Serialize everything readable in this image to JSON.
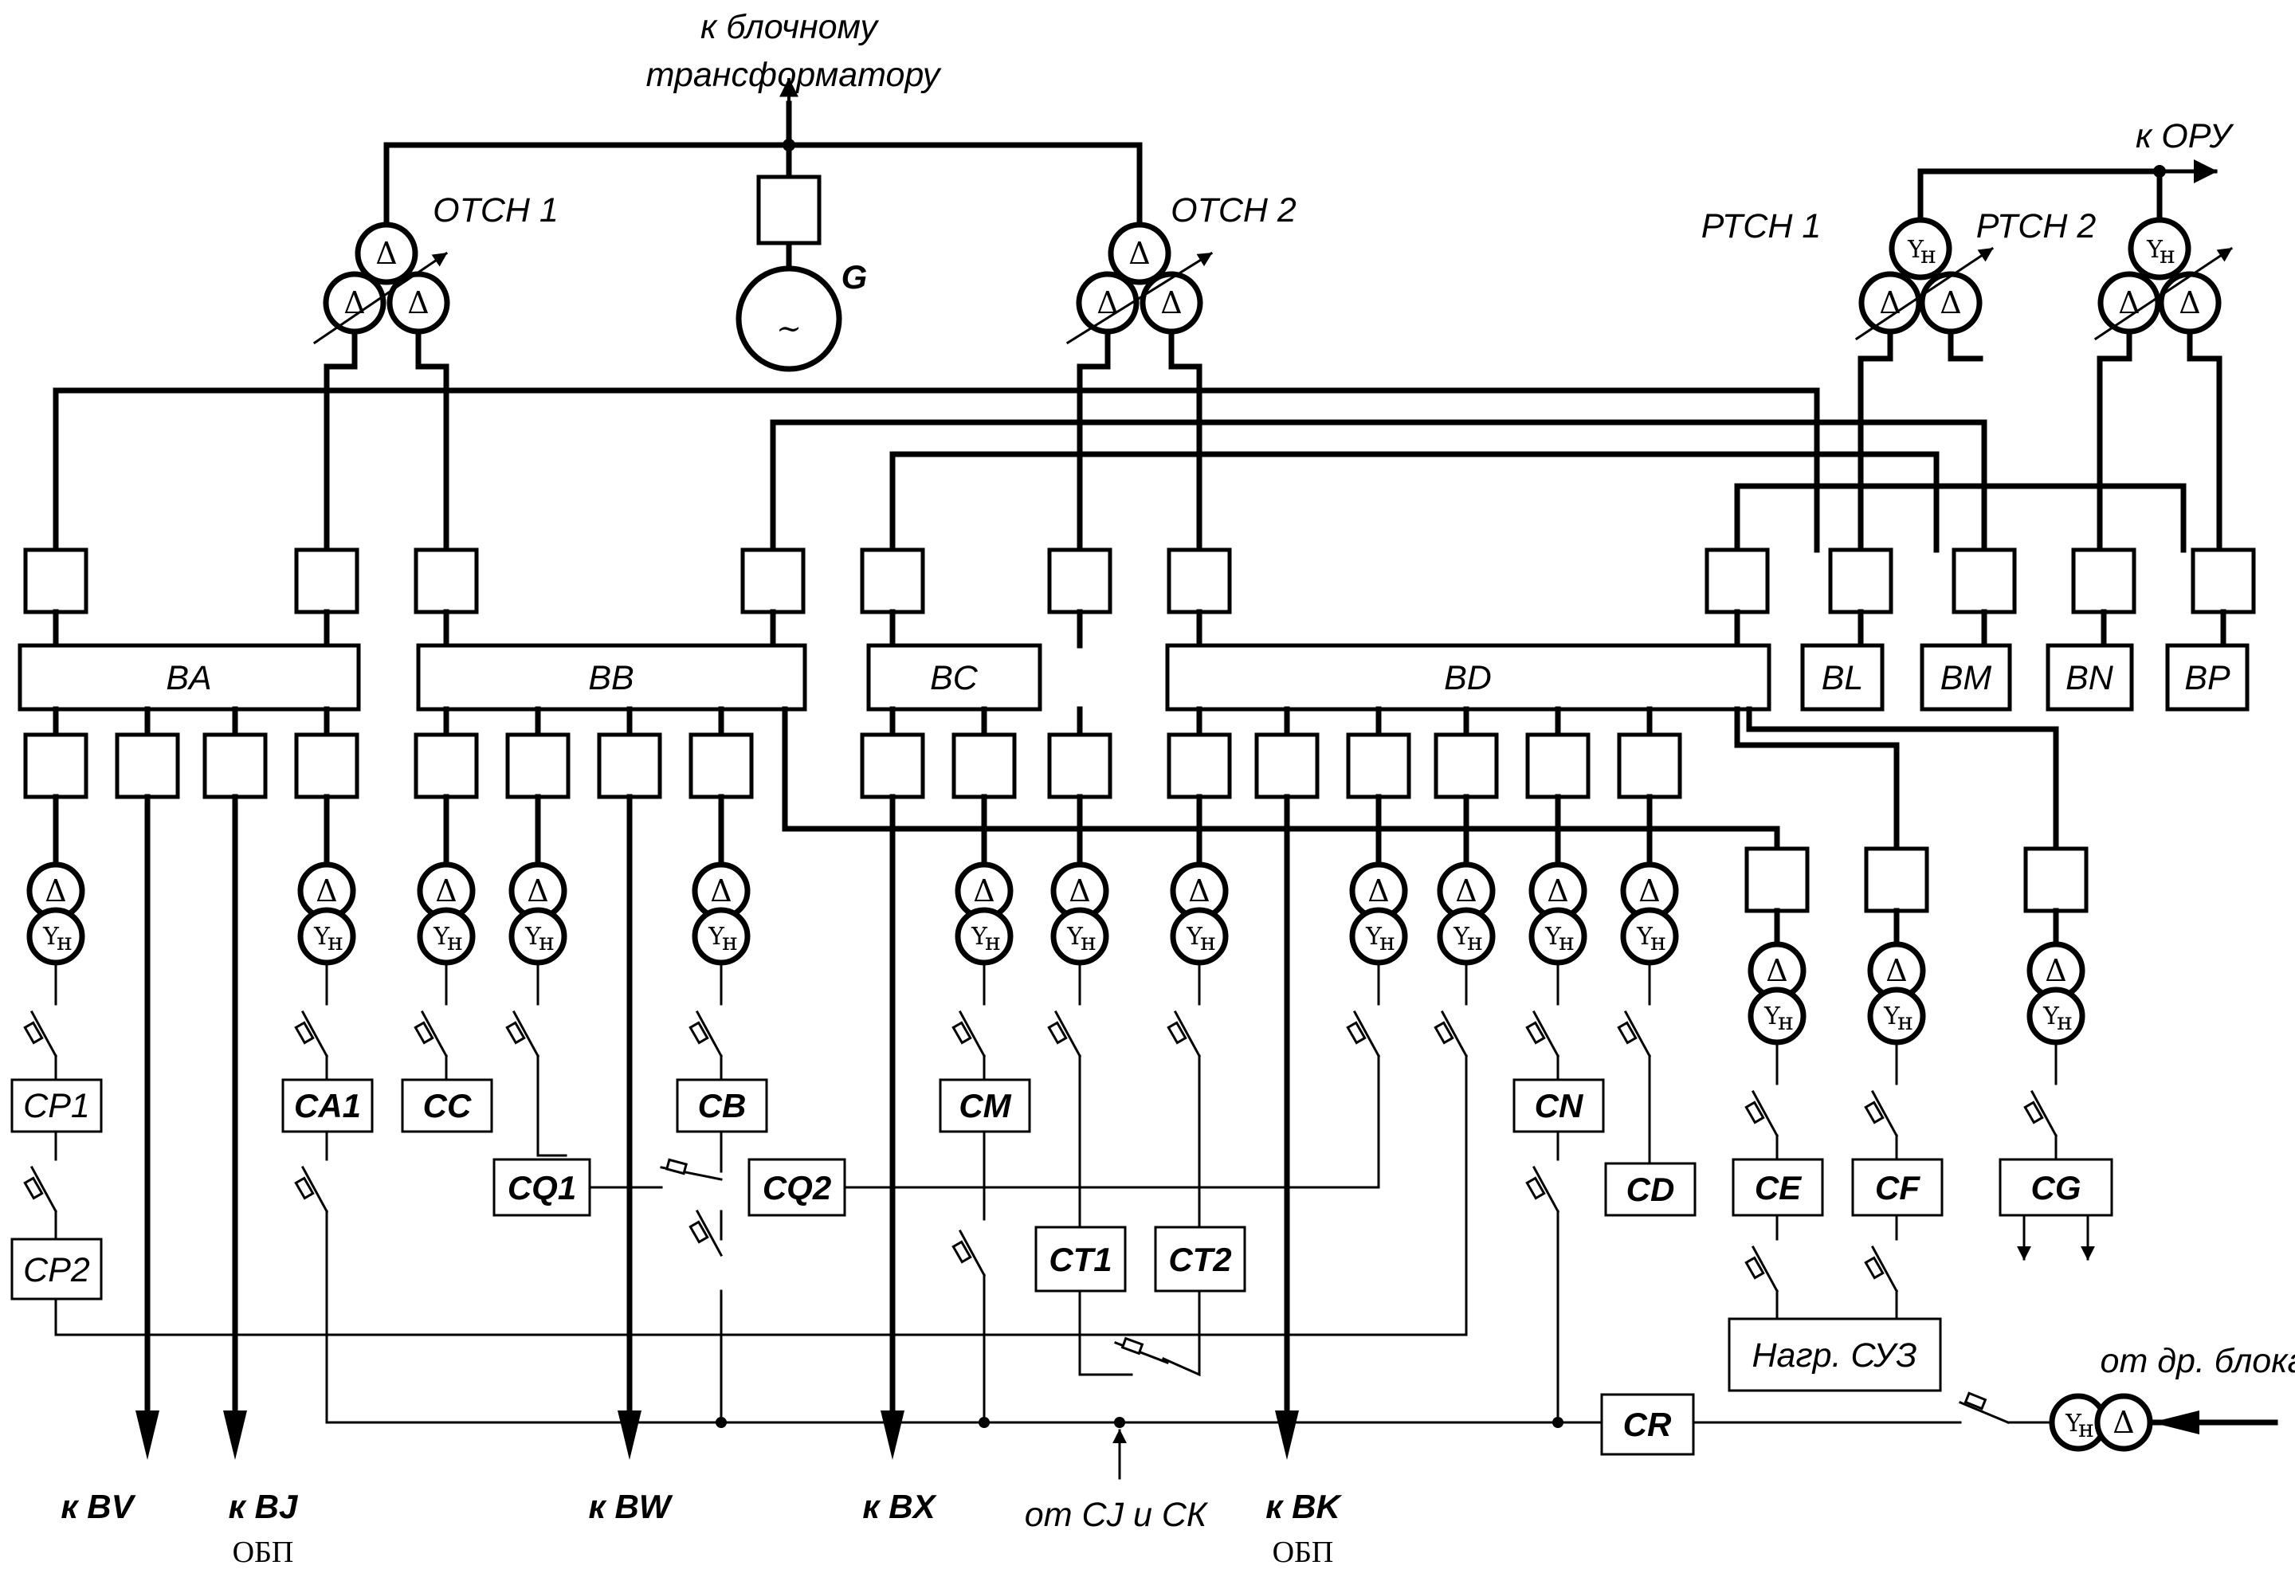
{
  "header": {
    "to_block_transformer": [
      "к блочному",
      "трансформатору"
    ],
    "to_oru": "к ОРУ",
    "generator": "G"
  },
  "transformers": {
    "otsn1": "ОТСН 1",
    "otsn2": "ОТСН 2",
    "rtsn1": "РТСН 1",
    "rtsn2": "РТСН 2"
  },
  "symbols": {
    "delta": "Δ",
    "wye": "Y",
    "neutral_sub": "н",
    "sine": "~"
  },
  "buses": {
    "ba": "BA",
    "bb": "BB",
    "bc": "BC",
    "bd": "BD",
    "bl": "BL",
    "bm": "BM",
    "bn": "BN",
    "bp": "BP"
  },
  "loads": {
    "cp1": "CP1",
    "cp2": "CP2",
    "ca1": "CA1",
    "cc": "CC",
    "cq1": "CQ1",
    "cb": "CB",
    "cq2": "CQ2",
    "cm": "CM",
    "ct1": "CT1",
    "ct2": "CT2",
    "cn": "CN",
    "cd": "CD",
    "ce": "CE",
    "cf": "CF",
    "cg": "CG",
    "nagr_suz": "Нагр. СУЗ",
    "cr": "CR"
  },
  "bottom": {
    "to_bv": "к BV",
    "to_bj": "к BJ",
    "obp1": "ОБП",
    "to_bw": "к BW",
    "to_bx": "к BX",
    "from_cj": "от CJ и СК",
    "to_bk": "к BK",
    "obp2": "ОБП",
    "from_other_block": "от др. блока"
  }
}
